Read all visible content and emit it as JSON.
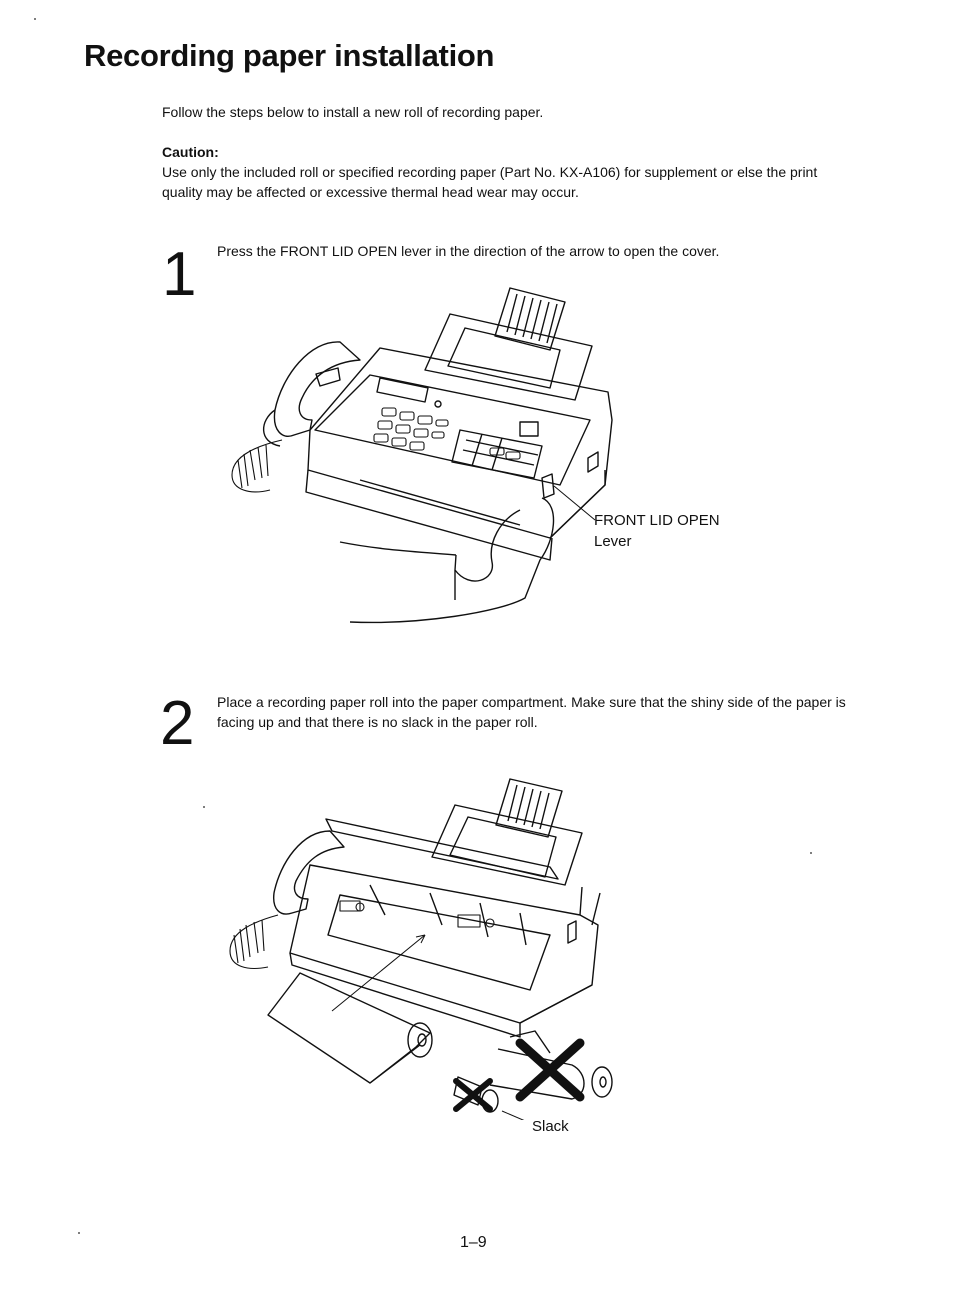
{
  "page": {
    "title": "Recording paper installation",
    "intro": "Follow the steps below to install a new roll of recording paper.",
    "caution_label": "Caution:",
    "caution_text": "Use only the included roll or specified recording paper (Part No. KX-A106) for supplement or else the print quality may be affected or excessive thermal head wear may occur.",
    "page_number": "1–9"
  },
  "steps": [
    {
      "number": "1",
      "text": "Press the FRONT LID OPEN lever in the direction of the arrow to open the cover.",
      "callout_line1": "FRONT LID OPEN",
      "callout_line2": "Lever"
    },
    {
      "number": "2",
      "text": "Place a recording paper roll into the paper compartment. Make sure that the shiny side of the paper is facing up and that there is no slack in the paper roll.",
      "callout": "Slack"
    }
  ]
}
